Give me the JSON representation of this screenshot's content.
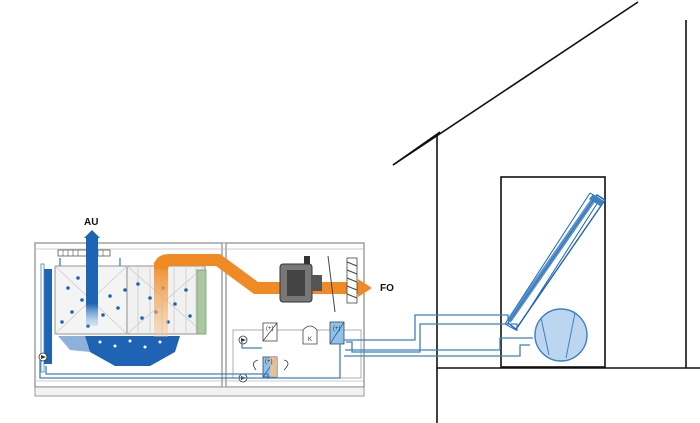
{
  "labels": {
    "outdoor_air": "AU",
    "exhaust_air": "FO",
    "controller_symbol": "K",
    "plus_minus": "(+)",
    "plus_minus_2": "(+)"
  },
  "colors": {
    "outdoor_air": "#1e63b4",
    "outdoor_air_light": "#8fc2ea",
    "exhaust_air": "#f08a24",
    "exhaust_air_light": "#f7c08a",
    "piping": "#3f7fc4",
    "unit_outline": "#9a9a9a",
    "heat_exchanger": "#a9c7a0",
    "building_line": "#111111"
  },
  "icons": [
    "fan-icon",
    "pump-icon",
    "solar-collector-icon",
    "tank-icon",
    "heat-exchanger-icon",
    "damper-icon",
    "droplet-icon"
  ]
}
